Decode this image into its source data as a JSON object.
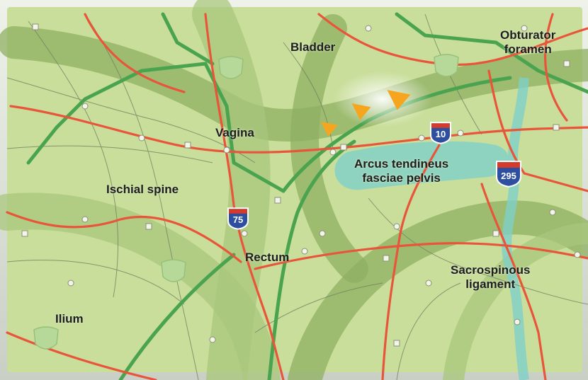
{
  "map": {
    "palette": {
      "land": "#c8de9a",
      "land_light": "#d9e9b4",
      "band": "#a9c77c",
      "band_edge": "#8fb062",
      "highway": "#e8553a",
      "interstate_green": "#4aa34f",
      "minor_road": "#6f7c5e",
      "water": "#7fd0c8",
      "arrow": "#f6a61e",
      "shield_blue": "#2e4fa0",
      "shield_red": "#d63a2a"
    },
    "labels": [
      {
        "id": "bladder",
        "text": "Bladder"
      },
      {
        "id": "obturator",
        "text": "Obturator\nforamen"
      },
      {
        "id": "vagina",
        "text": "Vagina"
      },
      {
        "id": "arcus",
        "text": "Arcus tendineus\nfasciae pelvis"
      },
      {
        "id": "ischial",
        "text": "Ischial spine"
      },
      {
        "id": "rectum",
        "text": "Rectum"
      },
      {
        "id": "sacrospinous",
        "text": "Sacrospinous\nligament"
      },
      {
        "id": "ilium",
        "text": "Ilium"
      }
    ],
    "shields": [
      {
        "id": "i10",
        "number": "10"
      },
      {
        "id": "i295",
        "number": "295"
      },
      {
        "id": "i75",
        "number": "75"
      }
    ],
    "arrows": [
      {
        "id": "arrow-1",
        "icon": "direction-arrow-icon"
      },
      {
        "id": "arrow-2",
        "icon": "direction-arrow-icon"
      },
      {
        "id": "arrow-3",
        "icon": "direction-arrow-icon"
      }
    ],
    "route_markers": [
      {
        "id": "marker-1",
        "icon": "route-shield-icon"
      },
      {
        "id": "marker-2",
        "icon": "route-shield-icon"
      },
      {
        "id": "marker-3",
        "icon": "route-shield-icon"
      },
      {
        "id": "marker-4",
        "icon": "route-shield-icon"
      }
    ]
  }
}
